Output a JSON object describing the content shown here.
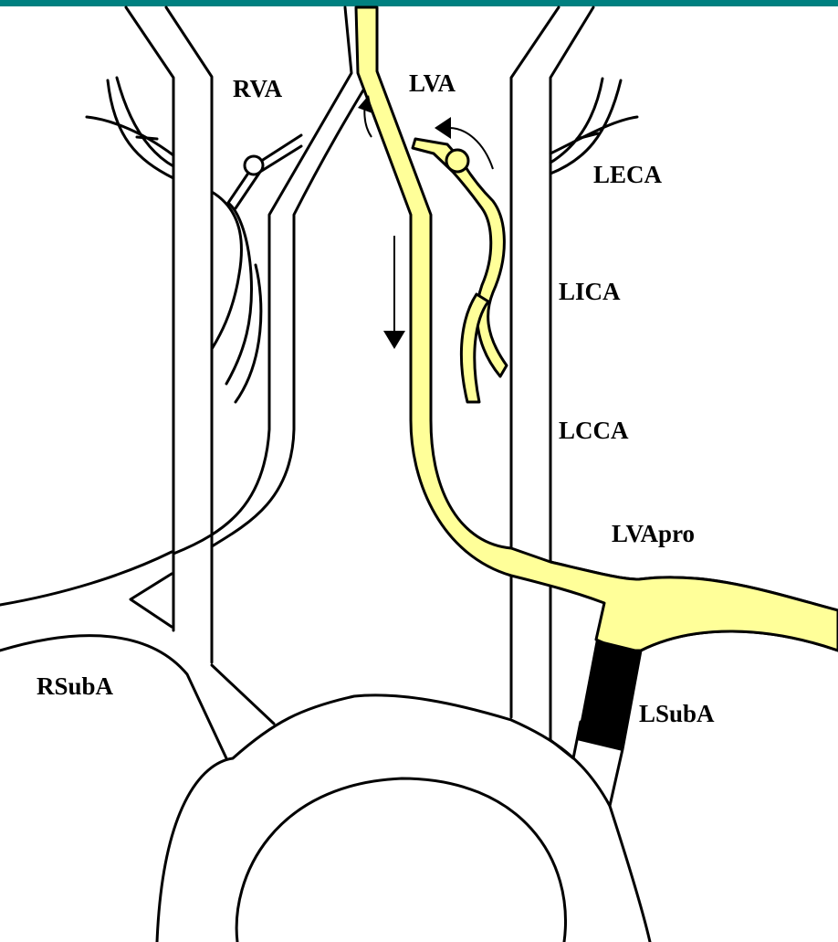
{
  "labels": {
    "rva": "RVA",
    "lva": "LVA",
    "leca": "LECA",
    "lica": "LICA",
    "lcca": "LCCA",
    "lvapro": "LVApro",
    "lsuba": "LSubA",
    "rsuba": "RSubA"
  },
  "colors": {
    "top_bar": "#008080",
    "reversed_flow": "#FFFF99",
    "occlusion": "#000000",
    "vessel_outline": "#000000",
    "background": "#FFFFFF"
  }
}
